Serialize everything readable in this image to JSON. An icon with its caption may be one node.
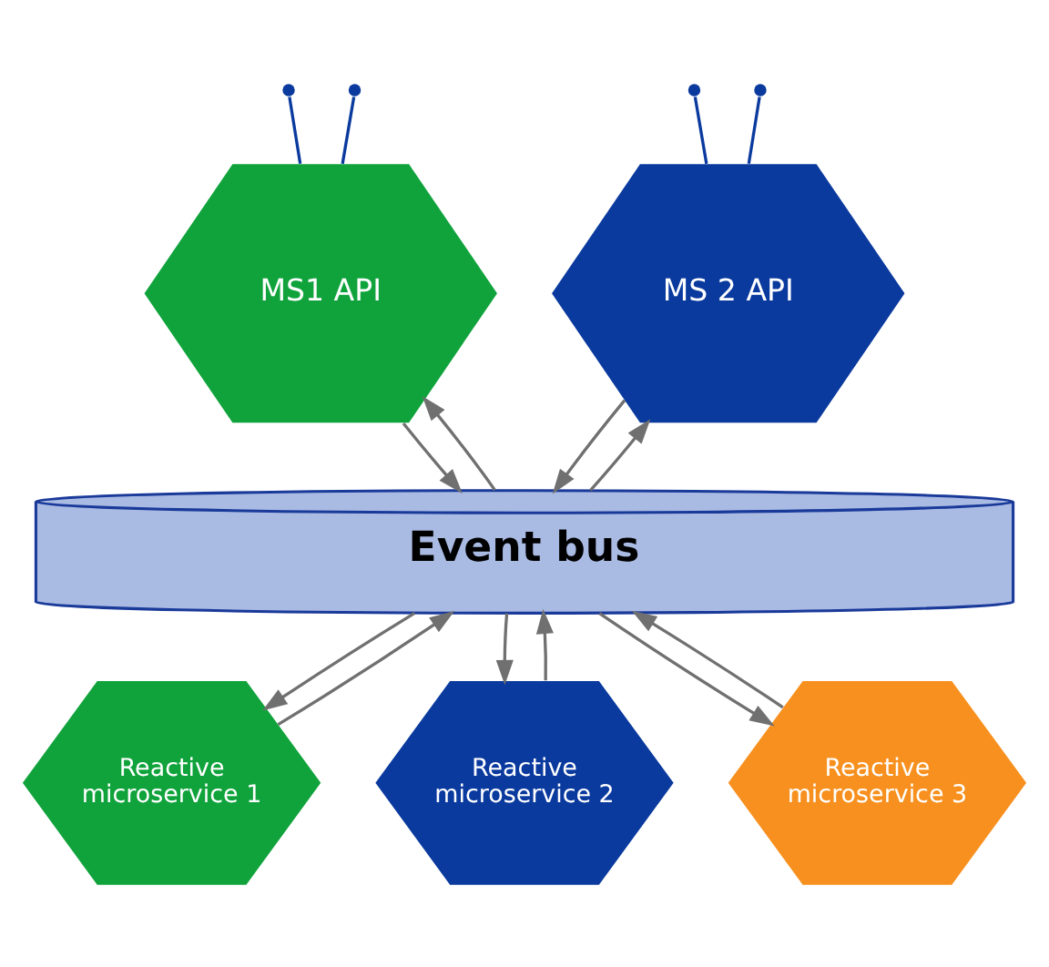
{
  "diagram": {
    "nodes": [
      {
        "text": [
          "MS1 API"
        ]
      },
      {
        "text": [
          "MS 2 API"
        ]
      },
      {
        "text": [
          "Event bus"
        ]
      },
      {
        "text": [
          "Reactive microservice 1"
        ]
      },
      {
        "text": [
          "Reactive microservice 2"
        ]
      },
      {
        "text": [
          "Reactive microservice 3"
        ]
      }
    ],
    "edges": [
      {
        "from": 0,
        "to": null,
        "arrow": "other",
        "color": "#0a3a9e"
      },
      {
        "from": 0,
        "to": null,
        "arrow": "other",
        "color": "#0a3a9e"
      },
      {
        "from": 1,
        "to": null,
        "arrow": "other",
        "color": "#0a3a9e"
      },
      {
        "from": 1,
        "to": null,
        "arrow": "other",
        "color": "#0a3a9e"
      },
      {
        "from": 0,
        "to": 2,
        "arrow": "to"
      },
      {
        "from": 2,
        "to": 0,
        "arrow": "to"
      },
      {
        "from": 1,
        "to": 2,
        "arrow": "to"
      },
      {
        "from": 2,
        "to": 1,
        "arrow": "to"
      },
      {
        "from": 2,
        "to": 3,
        "arrow": "to"
      },
      {
        "from": 3,
        "to": 2,
        "arrow": "to"
      },
      {
        "from": 2,
        "to": 4,
        "arrow": "to"
      },
      {
        "from": 4,
        "to": 2,
        "arrow": "to"
      },
      {
        "from": 2,
        "to": 5,
        "arrow": "to"
      },
      {
        "from": 5,
        "to": 2,
        "arrow": "to"
      }
    ]
  }
}
